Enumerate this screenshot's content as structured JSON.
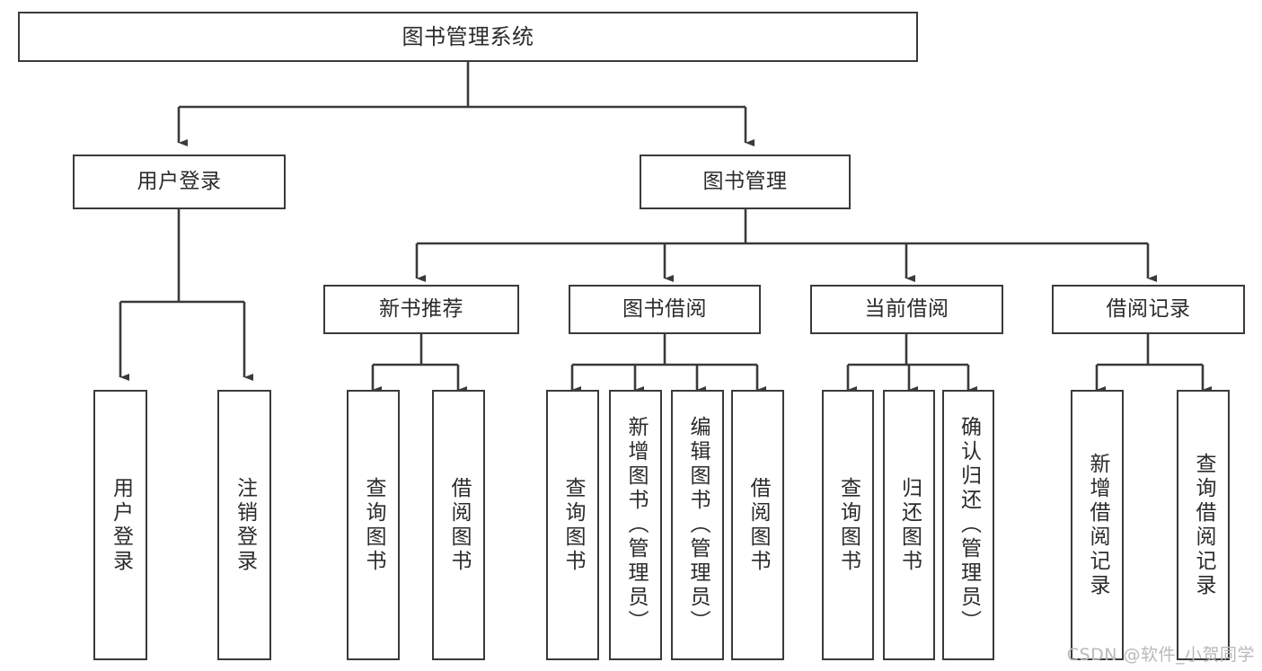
{
  "diagram": {
    "title": "图书管理系统",
    "type": "功能结构图",
    "watermark": "CSDN @软件_小贺同学",
    "colors": {
      "box_border": "#3a3a3a",
      "connector": "#3a3a3a",
      "background": "#ffffff",
      "text": "#2b2b2b",
      "watermark": "#b9b9b9"
    }
  },
  "nodes": {
    "root": {
      "label": "图书管理系统",
      "level": 0
    },
    "level1": [
      {
        "id": "user-login",
        "label": "用户登录"
      },
      {
        "id": "book-manage",
        "label": "图书管理"
      }
    ],
    "level2": [
      {
        "id": "new-book-recommend",
        "label": "新书推荐",
        "parent": "book-manage"
      },
      {
        "id": "book-borrow",
        "label": "图书借阅",
        "parent": "book-manage"
      },
      {
        "id": "current-borrow",
        "label": "当前借阅",
        "parent": "book-manage"
      },
      {
        "id": "borrow-record",
        "label": "借阅记录",
        "parent": "book-manage"
      }
    ],
    "leaves": [
      {
        "id": "leaf-user-login",
        "label": "用户登录",
        "parent": "user-login"
      },
      {
        "id": "leaf-logout-login",
        "label": "注销登录",
        "parent": "user-login"
      },
      {
        "id": "leaf-query-book-1",
        "label": "查询图书",
        "parent": "new-book-recommend"
      },
      {
        "id": "leaf-borrow-book-1",
        "label": "借阅图书",
        "parent": "new-book-recommend"
      },
      {
        "id": "leaf-query-book-2",
        "label": "查询图书",
        "parent": "book-borrow"
      },
      {
        "id": "leaf-add-book",
        "label": "新增图书（管理员）",
        "parent": "book-borrow"
      },
      {
        "id": "leaf-edit-book",
        "label": "编辑图书（管理员）",
        "parent": "book-borrow"
      },
      {
        "id": "leaf-borrow-book-2",
        "label": "借阅图书",
        "parent": "book-borrow"
      },
      {
        "id": "leaf-query-book-3",
        "label": "查询图书",
        "parent": "current-borrow"
      },
      {
        "id": "leaf-return-book",
        "label": "归还图书",
        "parent": "current-borrow"
      },
      {
        "id": "leaf-confirm-return",
        "label": "确认归还（管理员）",
        "parent": "current-borrow"
      },
      {
        "id": "leaf-add-record",
        "label": "新增借阅记录",
        "parent": "borrow-record"
      },
      {
        "id": "leaf-query-record",
        "label": "查询借阅记录",
        "parent": "borrow-record"
      }
    ]
  }
}
